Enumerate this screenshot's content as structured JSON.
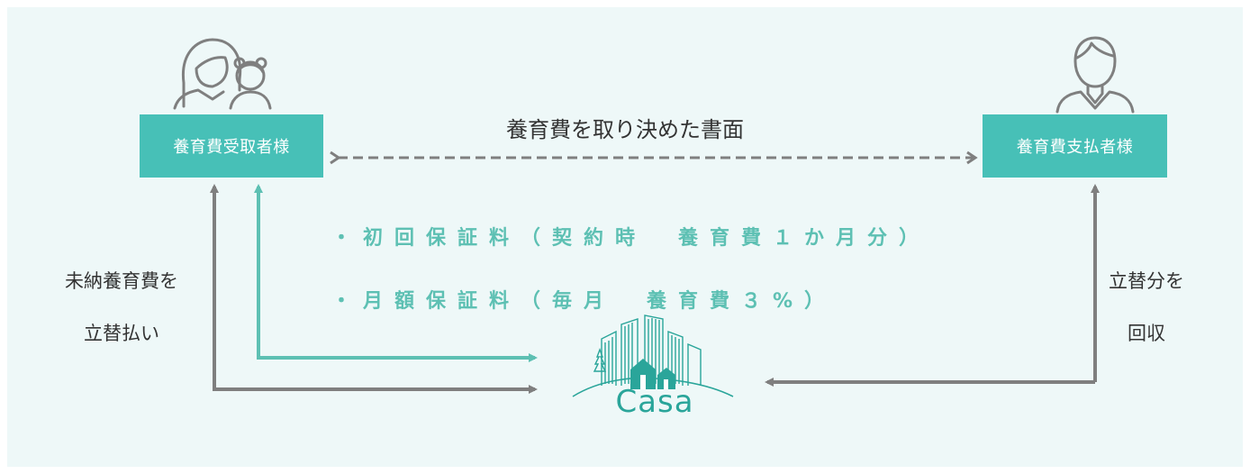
{
  "receiver_box": {
    "label": "養育費受取者様"
  },
  "payer_box": {
    "label": "養育費支払者様"
  },
  "document_link": {
    "label": "養育費を取り決めた書面"
  },
  "fees": [
    {
      "text": "・初回保証料（契約時　養育費１か月分）"
    },
    {
      "text": "・月額保証料（毎月　養育費３%）"
    }
  ],
  "left_flow": {
    "lines": [
      "未納養育費を",
      "立替払い"
    ]
  },
  "right_flow": {
    "lines": [
      "立替分を",
      "回収"
    ]
  },
  "logo": {
    "text": "Casa"
  },
  "colors": {
    "background": "#eef8f8",
    "box": "#47c0b7",
    "teal_arrow": "#5dc0b3",
    "gray_arrow": "#808080",
    "fee_text": "#5dc0b3",
    "logo": "#2aa59a"
  },
  "icons": {
    "receiver": "mother-child-icon",
    "payer": "man-icon",
    "company": "casa-buildings-logo-icon"
  }
}
